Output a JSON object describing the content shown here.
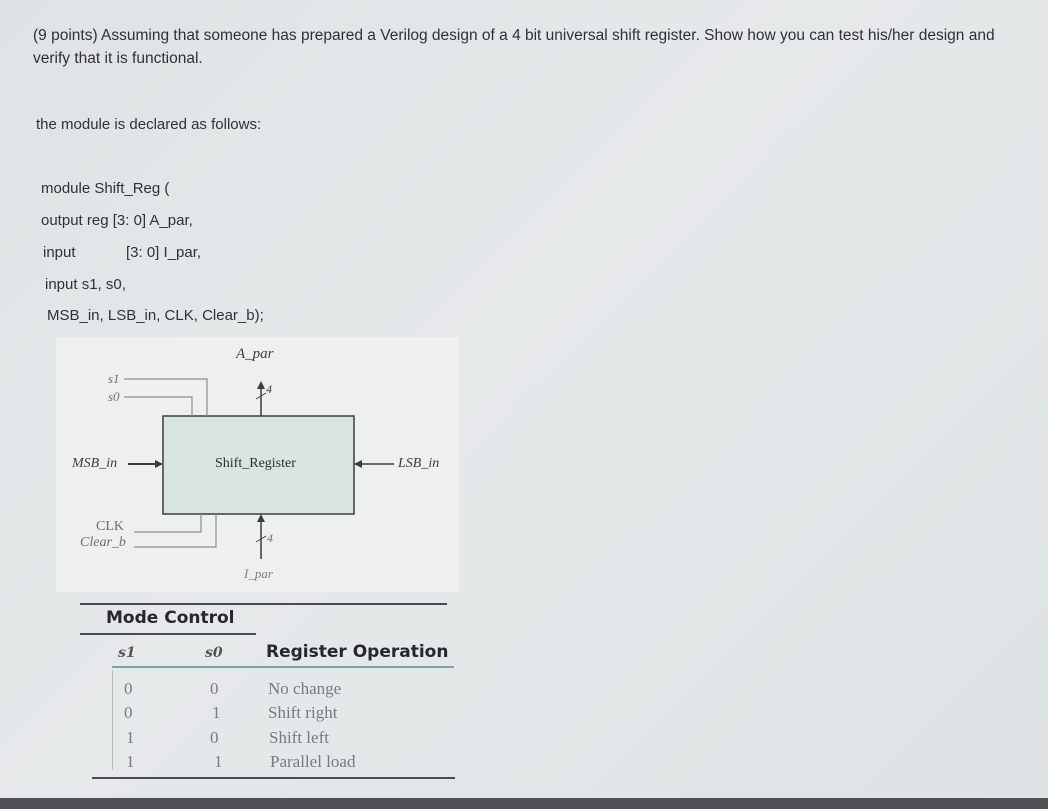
{
  "question": {
    "line1": "(9 points) Assuming that someone has prepared  a Verilog design of a 4 bit universal shift register. Show how you can test his/her design and",
    "line2": "verify that it is functional."
  },
  "intro": "the module is declared as follows:",
  "code": {
    "line1": "module Shift_Reg (",
    "line2": "output reg [3: 0] A_par,",
    "line3_kw": "input",
    "line3_rest": "[3: 0] I_par,",
    "line4": "input s1, s0,",
    "line5": "MSB_in, LSB_in, CLK, Clear_b);"
  },
  "diagram": {
    "block_label": "Shift_Register",
    "a_par": "A_par",
    "i_par": "I_par",
    "bus_width_top": "4",
    "bus_width_bottom": "4",
    "s1": "s1",
    "s0": "s0",
    "msb_in": "MSB_in",
    "lsb_in": "LSB_in",
    "clk": "CLK",
    "clear_b": "Clear_b"
  },
  "table": {
    "mode_control": "Mode Control",
    "col_s1": "s1",
    "col_s0": "s0",
    "col_op": "Register Operation",
    "rows": [
      {
        "s1": "0",
        "s0": "0",
        "op": "No change"
      },
      {
        "s1": "0",
        "s0": "1",
        "op": "Shift right"
      },
      {
        "s1": "1",
        "s0": "0",
        "op": "Shift left"
      },
      {
        "s1": "1",
        "s0": "1",
        "op": "Parallel load"
      }
    ]
  },
  "colors": {
    "block_fill": "#d9e6e0",
    "text": "#2f3136"
  }
}
